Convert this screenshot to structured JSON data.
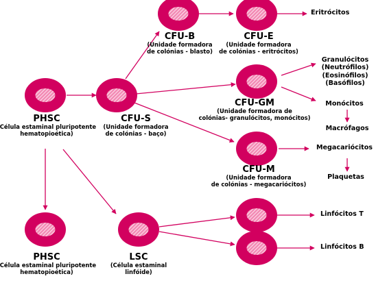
{
  "cells": {
    "phsc_top": {
      "name": "PHSC",
      "desc": [
        "(Célula estaminal pluripotente",
        "hematopioética)"
      ]
    },
    "cfu_s": {
      "name": "CFU-S",
      "desc": [
        "(Unidade formadora",
        "de colónias - baço)"
      ]
    },
    "cfu_b": {
      "name": "CFU-B",
      "desc": [
        "(Unidade formadora",
        "de colónias - blasto)"
      ]
    },
    "cfu_e": {
      "name": "CFU-E",
      "desc": [
        "(Unidade formadora",
        "de colónias - eritrócitos)"
      ]
    },
    "cfu_gm": {
      "name": "CFU-GM",
      "desc": [
        "(Unidade formadora de",
        "colónias- granulócitos, monócitos)"
      ]
    },
    "cfu_m": {
      "name": "CFU-M",
      "desc": [
        "(Unidade formadora",
        "de colónias - megacariócitos)"
      ]
    },
    "phsc_bottom": {
      "name": "PHSC",
      "desc": [
        "(Célula estaminal pluripotente",
        "hematopioética)"
      ]
    },
    "lsc": {
      "name": "LSC",
      "desc": [
        "(Célula estaminal",
        "linfóide)"
      ]
    }
  },
  "outputs": {
    "eritrocitos": "Eritrócitos",
    "granulocitos": [
      "Granulócitos",
      "(Neutrófilos)",
      "(Eosinófilos)",
      "(Basófilos)"
    ],
    "monocitos": "Monócitos",
    "macrofagos": "Macrófagos",
    "megacariocitos": "Megacariócitos",
    "plaquetas": "Plaquetas",
    "linfocitos_t": "Linfócitos T",
    "linfocitos_b": "Linfócitos B"
  },
  "colors": {
    "cell_outer": "#d2005f",
    "cell_inner": "#f38bb5",
    "hatch": "#ffffff",
    "arrow": "#d2005f"
  }
}
